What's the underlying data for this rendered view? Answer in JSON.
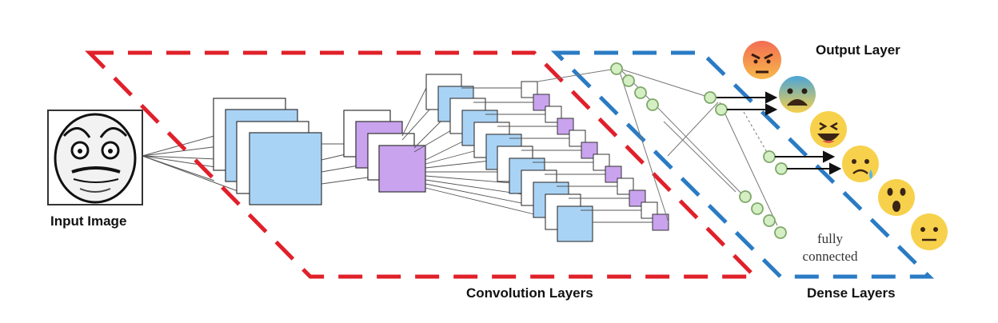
{
  "labels": {
    "input": "Input Image",
    "conv": "Convolution Layers",
    "dense": "Dense Layers",
    "output": "Output Layer",
    "fully": "fully",
    "connected": "connected"
  },
  "colors": {
    "conv_dash": "#e0202a",
    "dense_dash": "#2a7bc4",
    "feature_blue": "#a9d3f5",
    "feature_purple": "#c9a3ee",
    "node_green": "#d3efc3",
    "node_stroke": "#7fa86a"
  },
  "output_emotions": [
    "angry-emoji",
    "anxious-emoji",
    "laughing-emoji",
    "sad-emoji",
    "surprised-emoji",
    "neutral-emoji"
  ]
}
